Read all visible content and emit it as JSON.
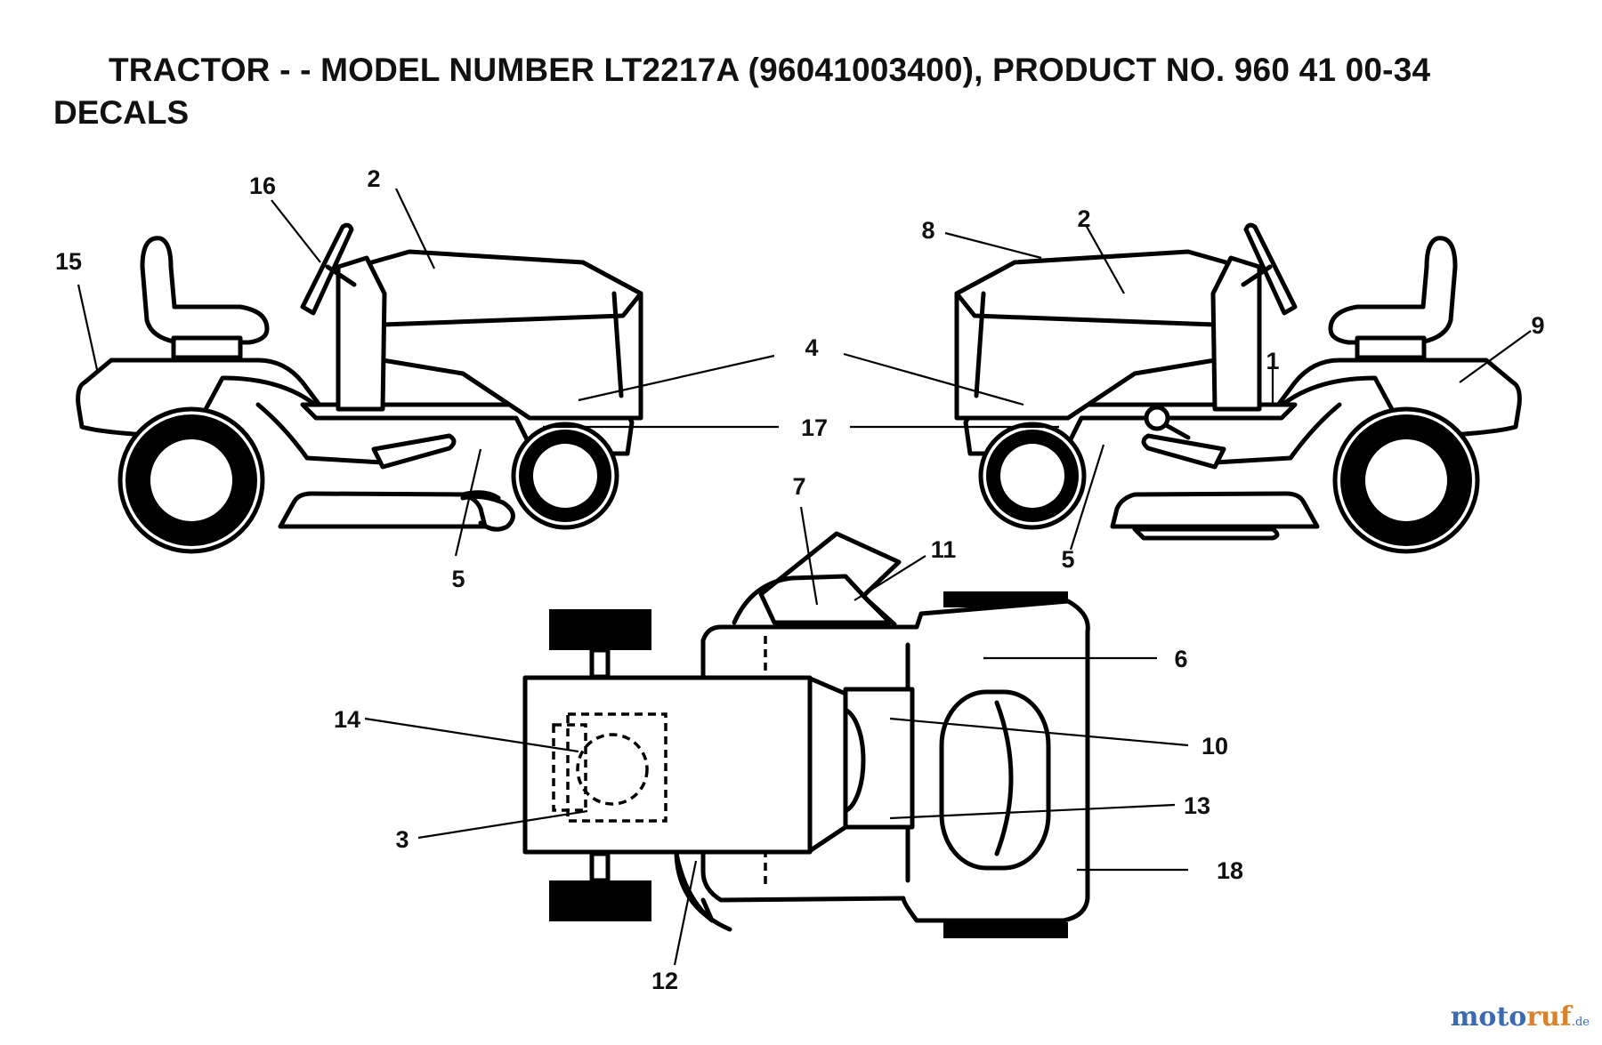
{
  "title": {
    "line1": "TRACTOR - - MODEL NUMBER LT2217A (96041003400), PRODUCT NO. 960 41 00-34",
    "line2": "DECALS"
  },
  "callouts": [
    {
      "id": "left-side-16",
      "label": "16"
    },
    {
      "id": "left-side-2",
      "label": "2"
    },
    {
      "id": "left-side-15",
      "label": "15"
    },
    {
      "id": "shared-4",
      "label": "4"
    },
    {
      "id": "shared-17",
      "label": "17"
    },
    {
      "id": "left-side-5",
      "label": "5"
    },
    {
      "id": "right-side-8",
      "label": "8"
    },
    {
      "id": "right-side-2",
      "label": "2"
    },
    {
      "id": "right-side-9",
      "label": "9"
    },
    {
      "id": "right-side-1",
      "label": "1"
    },
    {
      "id": "right-side-5",
      "label": "5"
    },
    {
      "id": "top-7",
      "label": "7"
    },
    {
      "id": "top-11",
      "label": "11"
    },
    {
      "id": "top-6",
      "label": "6"
    },
    {
      "id": "top-14",
      "label": "14"
    },
    {
      "id": "top-10",
      "label": "10"
    },
    {
      "id": "top-13",
      "label": "13"
    },
    {
      "id": "top-3",
      "label": "3"
    },
    {
      "id": "top-18",
      "label": "18"
    },
    {
      "id": "top-12",
      "label": "12"
    }
  ],
  "watermark": {
    "part1": "moto",
    "part2": "ruf",
    "suffix": ".de"
  },
  "colors": {
    "line": "#000000",
    "background": "#ffffff",
    "watermark_blue": "#3a6bb0",
    "watermark_orange": "#d9822b"
  }
}
